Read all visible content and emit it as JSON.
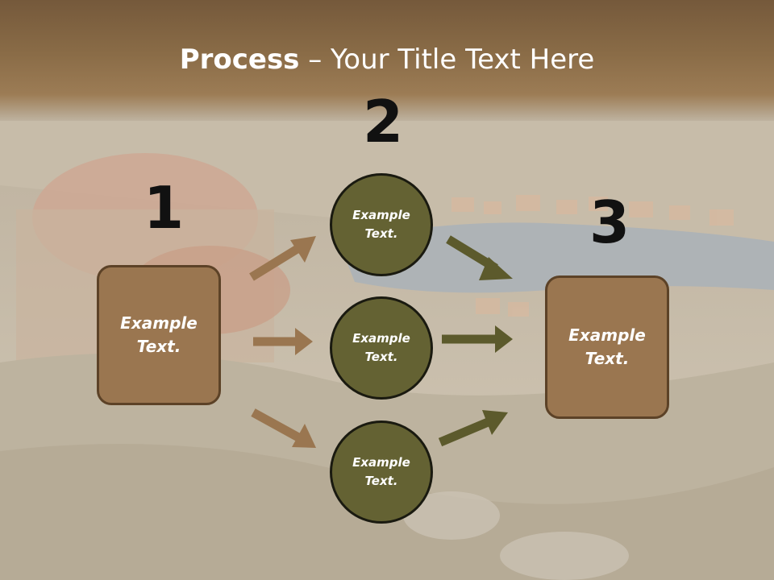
{
  "title": {
    "bold": "Process",
    "rest": " – Your Title Text Here"
  },
  "steps": [
    {
      "number": "1",
      "label_line1": "Example",
      "label_line2": "Text."
    },
    {
      "number": "2"
    },
    {
      "number": "3",
      "label_line1": "Example",
      "label_line2": "Text."
    }
  ],
  "circles": [
    {
      "line1": "Example",
      "line2": "Text."
    },
    {
      "line1": "Example",
      "line2": "Text."
    },
    {
      "line1": "Example",
      "line2": "Text."
    }
  ],
  "colors": {
    "header": "#8a6c47",
    "box_fill": "#9a7650",
    "circle_fill": "#646233",
    "arrow_left": "#9a7650",
    "arrow_right": "#5c5a2c"
  }
}
